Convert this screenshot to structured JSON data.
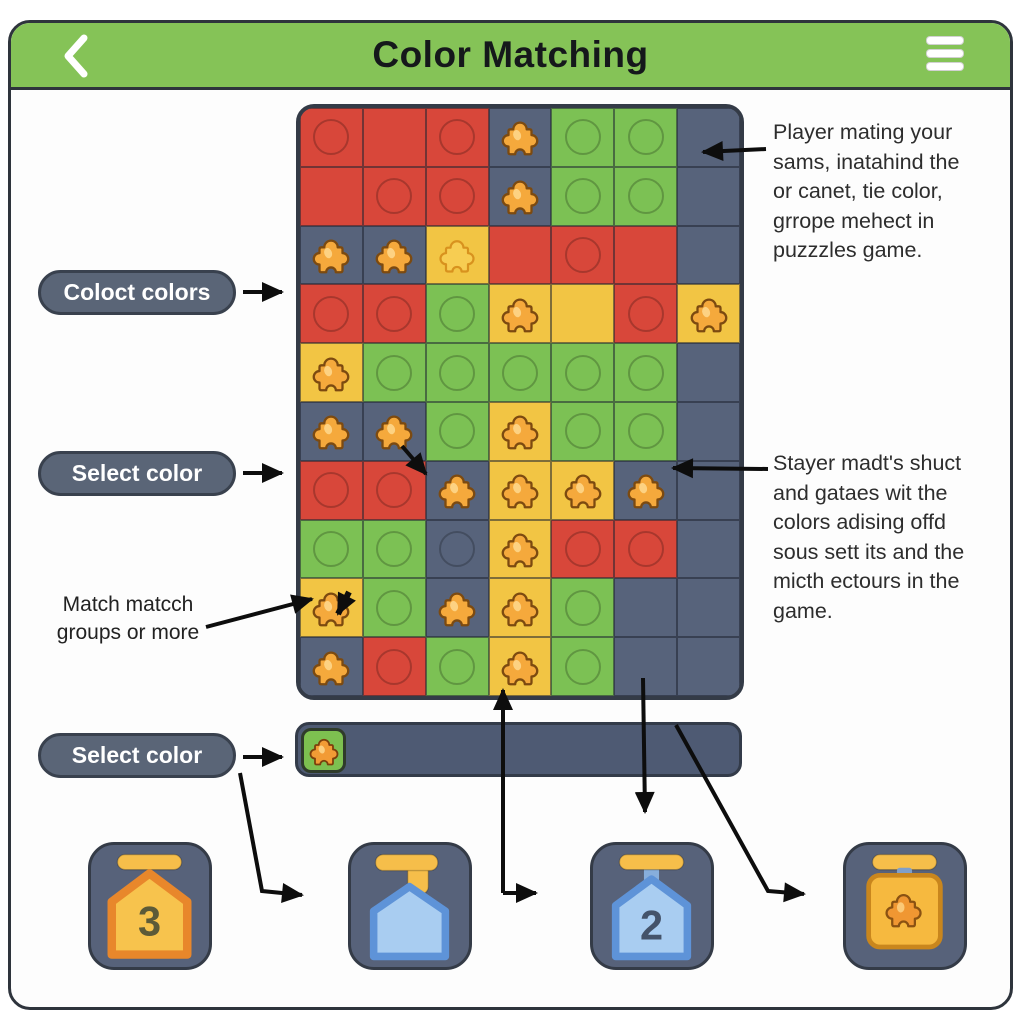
{
  "header": {
    "title": "Color Matching",
    "back_icon": "chevron-left-icon",
    "menu_icon": "hamburger-menu-icon"
  },
  "colors": {
    "header_green": "#85C357",
    "frame_dark": "#2e343c",
    "cell_red": "#D8473A",
    "cell_green": "#7CC154",
    "cell_yellow": "#F2C544",
    "cell_slate": "#57637B",
    "puzzle_gold": "#F5A93C",
    "puzzle_outline": "#7C4A10",
    "puzzle_flat_fill": "#F7CD52",
    "puzzle_flat_outline": "#D8921E",
    "pill_fill": "#5A6577",
    "bar_fill": "#4E5A73",
    "selected_tile_green": "#7DC050",
    "icon_tile_fill": "#57627A",
    "icon_pill_yellow": "#F6BE4A",
    "house_orange_fill": "#F7C34D",
    "house_orange_stroke": "#E8872B",
    "house_blue_fill": "#A9CDF1",
    "house_blue_stroke": "#5E93D8",
    "puzzle_square_fill": "#F6B93F",
    "puzzle_square_stroke": "#C9861D",
    "arrow_black": "#0D0D0D"
  },
  "labels": {
    "collect": "Coloct colors",
    "select_1": "Select color",
    "match_line1": "Match matcch",
    "match_line2": "groups or more",
    "select_2": "Select color"
  },
  "notes": {
    "top_right": [
      "Player mating your",
      "sams, inatahind the",
      "or canet, tie color,",
      "grrope mehect in",
      "puzzzles game."
    ],
    "mid_right": [
      "Stayer madt's shuct",
      "and gataes wit the",
      "colors adising offd",
      "sous sett its and the",
      "micth ectours in the",
      "game."
    ]
  },
  "grid": {
    "rows": 10,
    "cols": 7,
    "legend": {
      "R": "red",
      "G": "green",
      "Y": "yellow",
      "S": "slate",
      "c": "circle-token",
      "p": "gold-puzzle",
      "o": "outline-puzzle"
    },
    "cells": [
      [
        "Rc",
        "R",
        "Rc",
        "Sp",
        "Gc",
        "Gc",
        "S"
      ],
      [
        "R",
        "Rc",
        "Rc",
        "Sp",
        "Gc",
        "Gc",
        "S"
      ],
      [
        "Sp",
        "Sp",
        "Yo",
        "R",
        "Rc",
        "R",
        "S"
      ],
      [
        "Rc",
        "Rc",
        "Gc",
        "Yp",
        "Y",
        "Rc",
        "Yp"
      ],
      [
        "Yp",
        "Gc",
        "Gc",
        "Gc",
        "Gc",
        "Gc",
        "S"
      ],
      [
        "Sp",
        "Sp",
        "Gc",
        "Yp",
        "Gc",
        "Gc",
        "S"
      ],
      [
        "Rc",
        "Rc",
        "Sp",
        "Yp",
        "Yp",
        "Sp",
        "S"
      ],
      [
        "Gc",
        "Gc",
        "Sc",
        "Yp",
        "Rc",
        "Rc",
        "S"
      ],
      [
        "Yp",
        "Gc",
        "Sp",
        "Yp",
        "Gc",
        "S",
        "S"
      ],
      [
        "Sp",
        "Rc",
        "Gc",
        "Yp",
        "Gc",
        "S",
        "S"
      ]
    ]
  },
  "selected_bar": {
    "tile": "green-puzzle"
  },
  "bottom_icons": [
    {
      "id": "badge-house-3",
      "top": "pill",
      "body": "house-orange",
      "number": "3"
    },
    {
      "id": "badge-house-flag",
      "top": "flag",
      "body": "house-blue",
      "number": ""
    },
    {
      "id": "badge-house-2",
      "top": "pill-stem",
      "body": "house-blue",
      "number": "2"
    },
    {
      "id": "badge-puzzle",
      "top": "pill",
      "body": "puzzle-square",
      "number": ""
    }
  ]
}
